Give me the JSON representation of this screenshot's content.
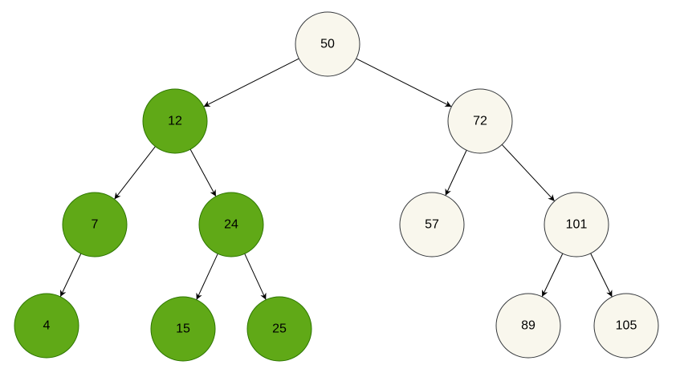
{
  "diagram": {
    "type": "binary-search-tree",
    "colors": {
      "highlight_fill": "#60a917",
      "highlight_stroke": "#2d7600",
      "default_fill": "#f9f7ed",
      "default_stroke": "#36393d",
      "edge": "#000000"
    },
    "nodes": [
      {
        "id": "n50",
        "label": "50",
        "highlighted": false
      },
      {
        "id": "n12",
        "label": "12",
        "highlighted": true
      },
      {
        "id": "n72",
        "label": "72",
        "highlighted": false
      },
      {
        "id": "n7",
        "label": "7",
        "highlighted": true
      },
      {
        "id": "n24",
        "label": "24",
        "highlighted": true
      },
      {
        "id": "n57",
        "label": "57",
        "highlighted": false
      },
      {
        "id": "n101",
        "label": "101",
        "highlighted": false
      },
      {
        "id": "n4",
        "label": "4",
        "highlighted": true
      },
      {
        "id": "n15",
        "label": "15",
        "highlighted": true
      },
      {
        "id": "n25",
        "label": "25",
        "highlighted": true
      },
      {
        "id": "n89",
        "label": "89",
        "highlighted": false
      },
      {
        "id": "n105",
        "label": "105",
        "highlighted": false
      }
    ],
    "edges": [
      {
        "from": "n50",
        "to": "n12"
      },
      {
        "from": "n50",
        "to": "n72"
      },
      {
        "from": "n12",
        "to": "n7"
      },
      {
        "from": "n12",
        "to": "n24"
      },
      {
        "from": "n72",
        "to": "n57"
      },
      {
        "from": "n72",
        "to": "n101"
      },
      {
        "from": "n7",
        "to": "n4"
      },
      {
        "from": "n24",
        "to": "n15"
      },
      {
        "from": "n24",
        "to": "n25"
      },
      {
        "from": "n101",
        "to": "n89"
      },
      {
        "from": "n101",
        "to": "n105"
      }
    ]
  }
}
